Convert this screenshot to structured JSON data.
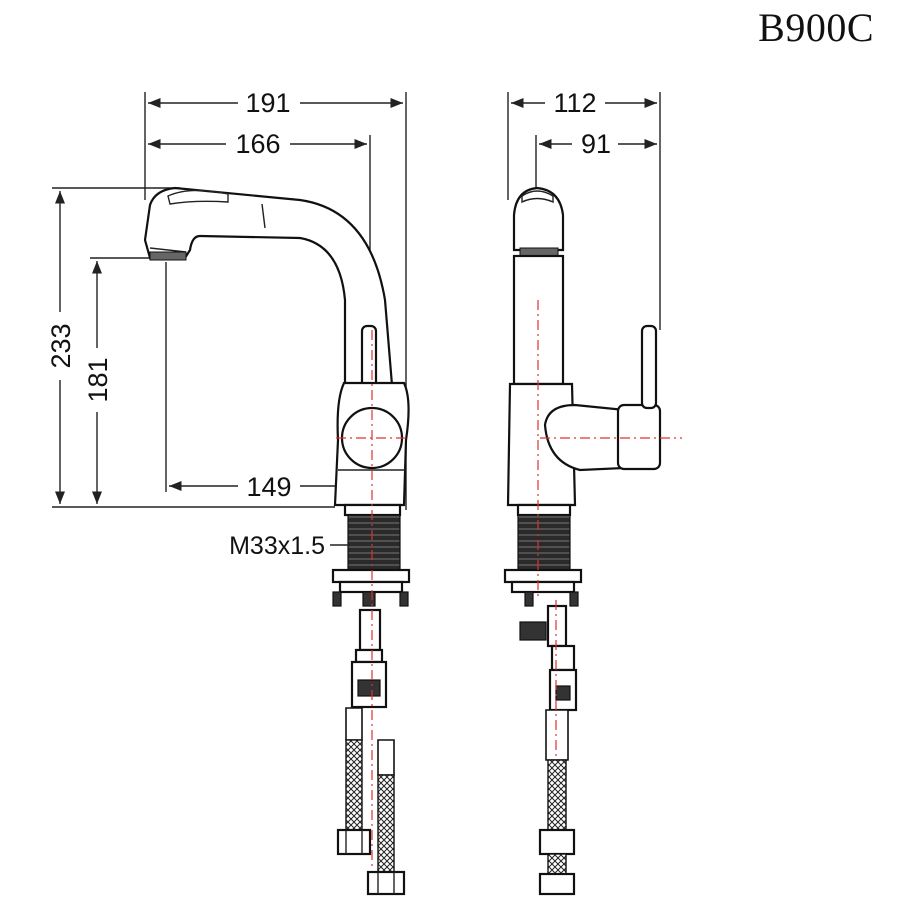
{
  "model_code": "B900C",
  "dimensions": {
    "total_reach": "191",
    "spout_reach": "166",
    "total_height": "233",
    "spout_height": "181",
    "spout_center_reach": "149",
    "side_depth": "112",
    "side_handle_depth": "91"
  },
  "thread_label": "M33x1.5",
  "colors": {
    "line": "#111111",
    "center_line": "#e03030",
    "background": "#ffffff"
  }
}
